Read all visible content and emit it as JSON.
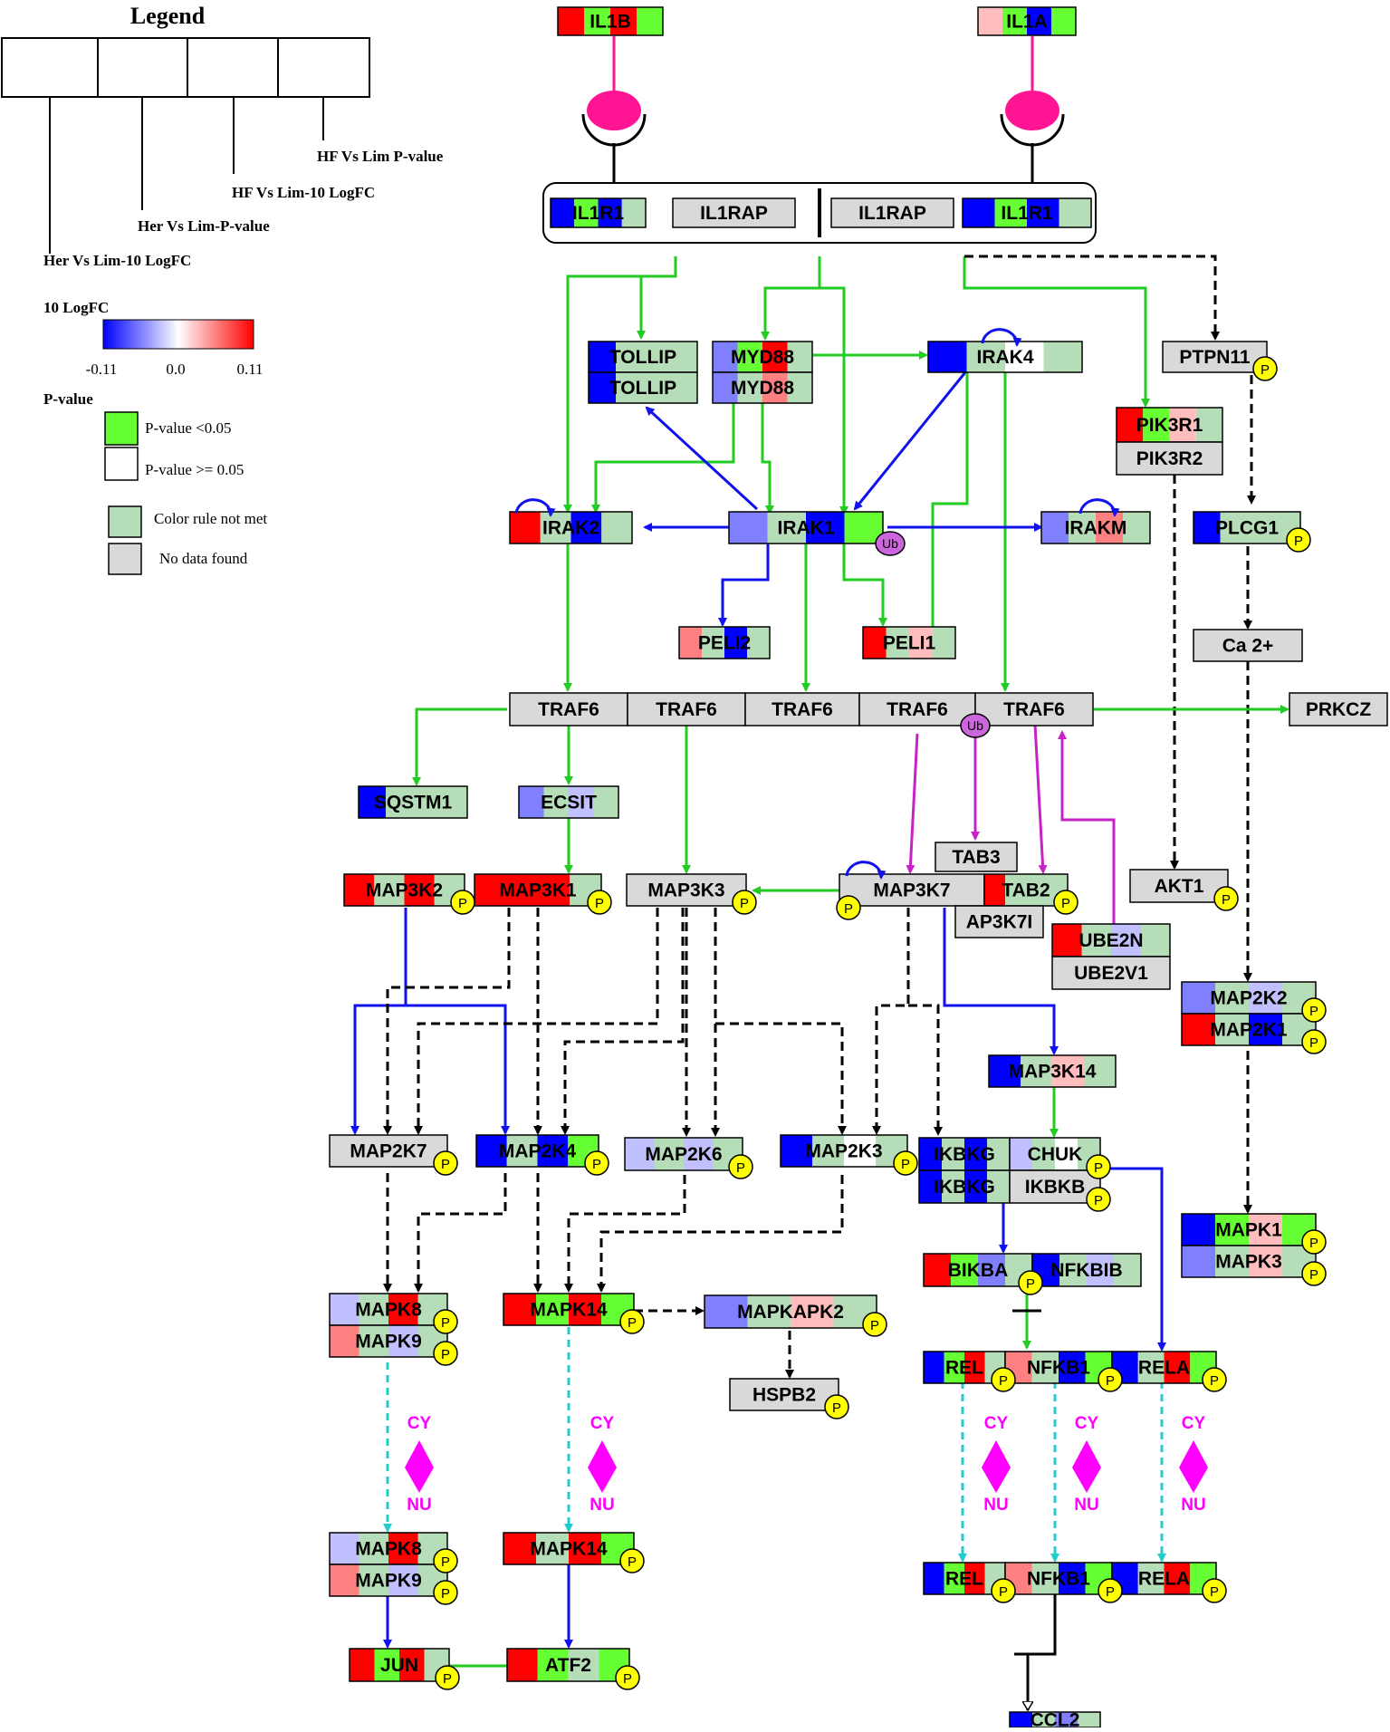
{
  "legend": {
    "title": "Legend",
    "column_labels": [
      "Her Vs Lim-10  LogFC",
      "Her Vs Lim-P-value",
      "HF Vs Lim-10  LogFC",
      "HF Vs Lim  P-value"
    ],
    "logfc_title": "10 LogFC",
    "logfc_ticks": [
      "-0.11",
      "0.0",
      "0.11"
    ],
    "pvalue_title": "P-value",
    "pvalue_sig": "P-value <0.05",
    "pvalue_nonsig": "P-value >= 0.05",
    "color_rule_not_met": "Color rule not met",
    "no_data_found": "No data found"
  },
  "colors": {
    "up": "#ff0000",
    "down": "#0000ff",
    "significant": "#66ff33",
    "color_rule_not_met": "#b5ddb8",
    "no_data": "#d9d9d9",
    "activation": "#22cc22",
    "inhibition_blue": "#1111ee",
    "ubiquitination": "#c622c6",
    "indirect": "#000000",
    "translocation": "#22cccc",
    "ligand": "#ff1493",
    "phospho": "#ffff00",
    "compartment": "#ff00ff"
  },
  "markers": {
    "phospho": "P",
    "ubiquitin": "Ub",
    "cytoplasm": "CY",
    "nucleus": "NU"
  },
  "nodes": {
    "il1b": "IL1B",
    "il1a": "IL1A",
    "il1r1_left": "IL1R1",
    "il1rap_left": "IL1RAP",
    "il1rap_right": "IL1RAP",
    "il1r1_right": "IL1R1",
    "tollip_1": "TOLLIP",
    "tollip_2": "TOLLIP",
    "myd88_1": "MYD88",
    "myd88_2": "MYD88",
    "irak4": "IRAK4",
    "ptpn11": "PTPN11",
    "pik3r1": "PIK3R1",
    "pik3r2": "PIK3R2",
    "irak2": "IRAK2",
    "irak1": "IRAK1",
    "irakm": "IRAKM",
    "plcg1": "PLCG1",
    "peli2": "PELI2",
    "peli1": "PELI1",
    "ca2": "Ca 2+",
    "traf6_1": "TRAF6",
    "traf6_2": "TRAF6",
    "traf6_3": "TRAF6",
    "traf6_4": "TRAF6",
    "traf6_5": "TRAF6",
    "prkcz": "PRKCZ",
    "sqstm1": "SQSTM1",
    "ecsit": "ECSIT",
    "tab3": "TAB3",
    "map3k2": "MAP3K2",
    "map3k1": "MAP3K1",
    "map3k3": "MAP3K3",
    "map3k7": "MAP3K7",
    "tab2": "TAB2",
    "map3k7ip": "AP3K7I",
    "ube2n": "UBE2N",
    "ube2v1": "UBE2V1",
    "akt1": "AKT1",
    "map2k2": "MAP2K2",
    "map2k1": "MAP2K1",
    "map3k14": "MAP3K14",
    "map2k7": "MAP2K7",
    "map2k4": "MAP2K4",
    "map2k6": "MAP2K6",
    "map2k3": "MAP2K3",
    "ikbkg_1": "IKBKG",
    "chuk": "CHUK",
    "ikbkg_2": "IKBKG",
    "ikbkb": "IKBKB",
    "mapk1": "MAPK1",
    "mapk3": "MAPK3",
    "mapk8_cy": "MAPK8",
    "mapk9_cy": "MAPK9",
    "mapk14_cy": "MAPK14",
    "mapkapk2": "MAPKAPK2",
    "hspb2": "HSPB2",
    "nfkbia": "BIKBA",
    "nfkbib": "NFKBIB",
    "rel_cy": "REL",
    "nfkb1_cy": "NFKB1",
    "rela_cy": "RELA",
    "mapk8_nu": "MAPK8",
    "mapk9_nu": "MAPK9",
    "mapk14_nu": "MAPK14",
    "rel_nu": "REL",
    "nfkb1_nu": "NFKB1",
    "rela_nu": "RELA",
    "jun": "JUN",
    "atf2": "ATF2",
    "ccl2": "CCL2"
  }
}
